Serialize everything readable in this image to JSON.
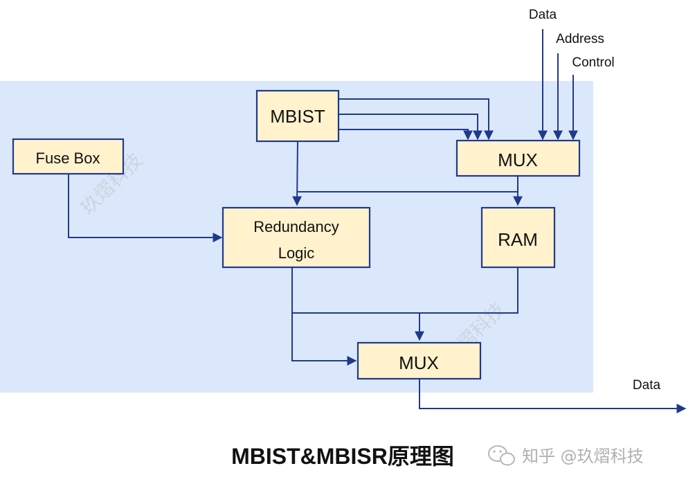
{
  "colors": {
    "background": "#ffffff",
    "region": "#dbe8fb",
    "block_fill": "#fff2cc",
    "block_border": "#1f3a8a",
    "wire": "#1f3a8a",
    "text": "#111111"
  },
  "blocks": {
    "mbist": "MBIST",
    "fuse_box": "Fuse Box",
    "mux_top": "MUX",
    "redundancy_line1": "Redundancy",
    "redundancy_line2": "Logic",
    "ram": "RAM",
    "mux_bottom": "MUX"
  },
  "external_signals": {
    "data_in": "Data",
    "address_in": "Address",
    "control_in": "Control",
    "data_out": "Data"
  },
  "caption": "MBIST&MBISR原理图",
  "watermark": {
    "text": "玖熠科技",
    "logo_text": "知乎 @玖熠科技"
  }
}
